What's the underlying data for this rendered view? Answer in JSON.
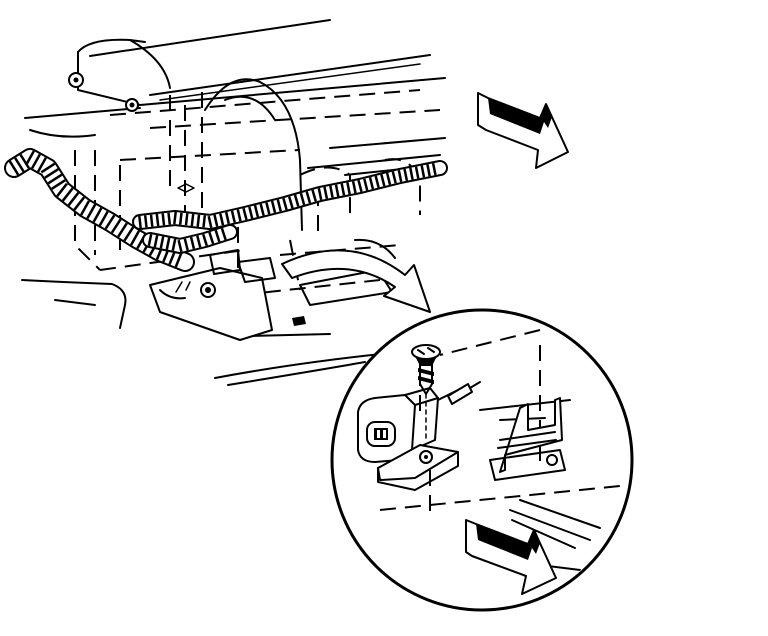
{
  "diagram": {
    "background": "#ffffff",
    "ink": "#000000",
    "parts": [
      "vehicle-body-outline",
      "wiring-harness-conduit",
      "sensor-connector",
      "mounting-bracket",
      "retaining-screw",
      "detail-magnifier-circle",
      "rotation-arrow",
      "direction-arrow-top",
      "direction-arrow-bottom"
    ]
  }
}
